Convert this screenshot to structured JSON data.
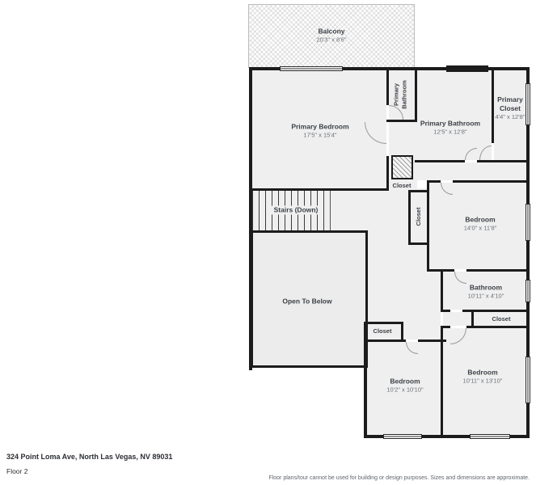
{
  "plan": {
    "rooms": {
      "balcony": {
        "name": "Balcony",
        "dims": "20'3\" x 8'6\""
      },
      "primary_bedroom": {
        "name": "Primary Bedroom",
        "dims": "17'5\" x 15'4\""
      },
      "primary_bathroom_small": {
        "name": "Primary Bathroom"
      },
      "primary_bathroom": {
        "name": "Primary Bathroom",
        "dims": "12'5\" x 12'8\""
      },
      "primary_closet": {
        "name": "Primary Closet",
        "dims": "4'4\" x 12'8\""
      },
      "closet_hall": {
        "name": "Closet"
      },
      "closet_vertical": {
        "name": "Closet"
      },
      "bedroom_ne": {
        "name": "Bedroom",
        "dims": "14'0\" x 11'8\""
      },
      "stairs": {
        "name": "Stairs (Down)"
      },
      "open_to_below": {
        "name": "Open To Below"
      },
      "bathroom": {
        "name": "Bathroom",
        "dims": "10'11\" x 4'10\""
      },
      "closet_right": {
        "name": "Closet"
      },
      "closet_left": {
        "name": "Closet"
      },
      "bedroom_sw": {
        "name": "Bedroom",
        "dims": "10'2\" x 10'10\""
      },
      "bedroom_se": {
        "name": "Bedroom",
        "dims": "10'11\" x 13'10\""
      }
    }
  },
  "footer": {
    "address": "324 Point Loma Ave, North Las Vegas, NV 89031",
    "floor_label": "Floor 2",
    "disclaimer": "Floor plans/tour cannot be used for building or design purposes. Sizes and dimensions are approximate."
  },
  "colors": {
    "wall": "#1c1c1c",
    "room_fill": "#efefef"
  }
}
